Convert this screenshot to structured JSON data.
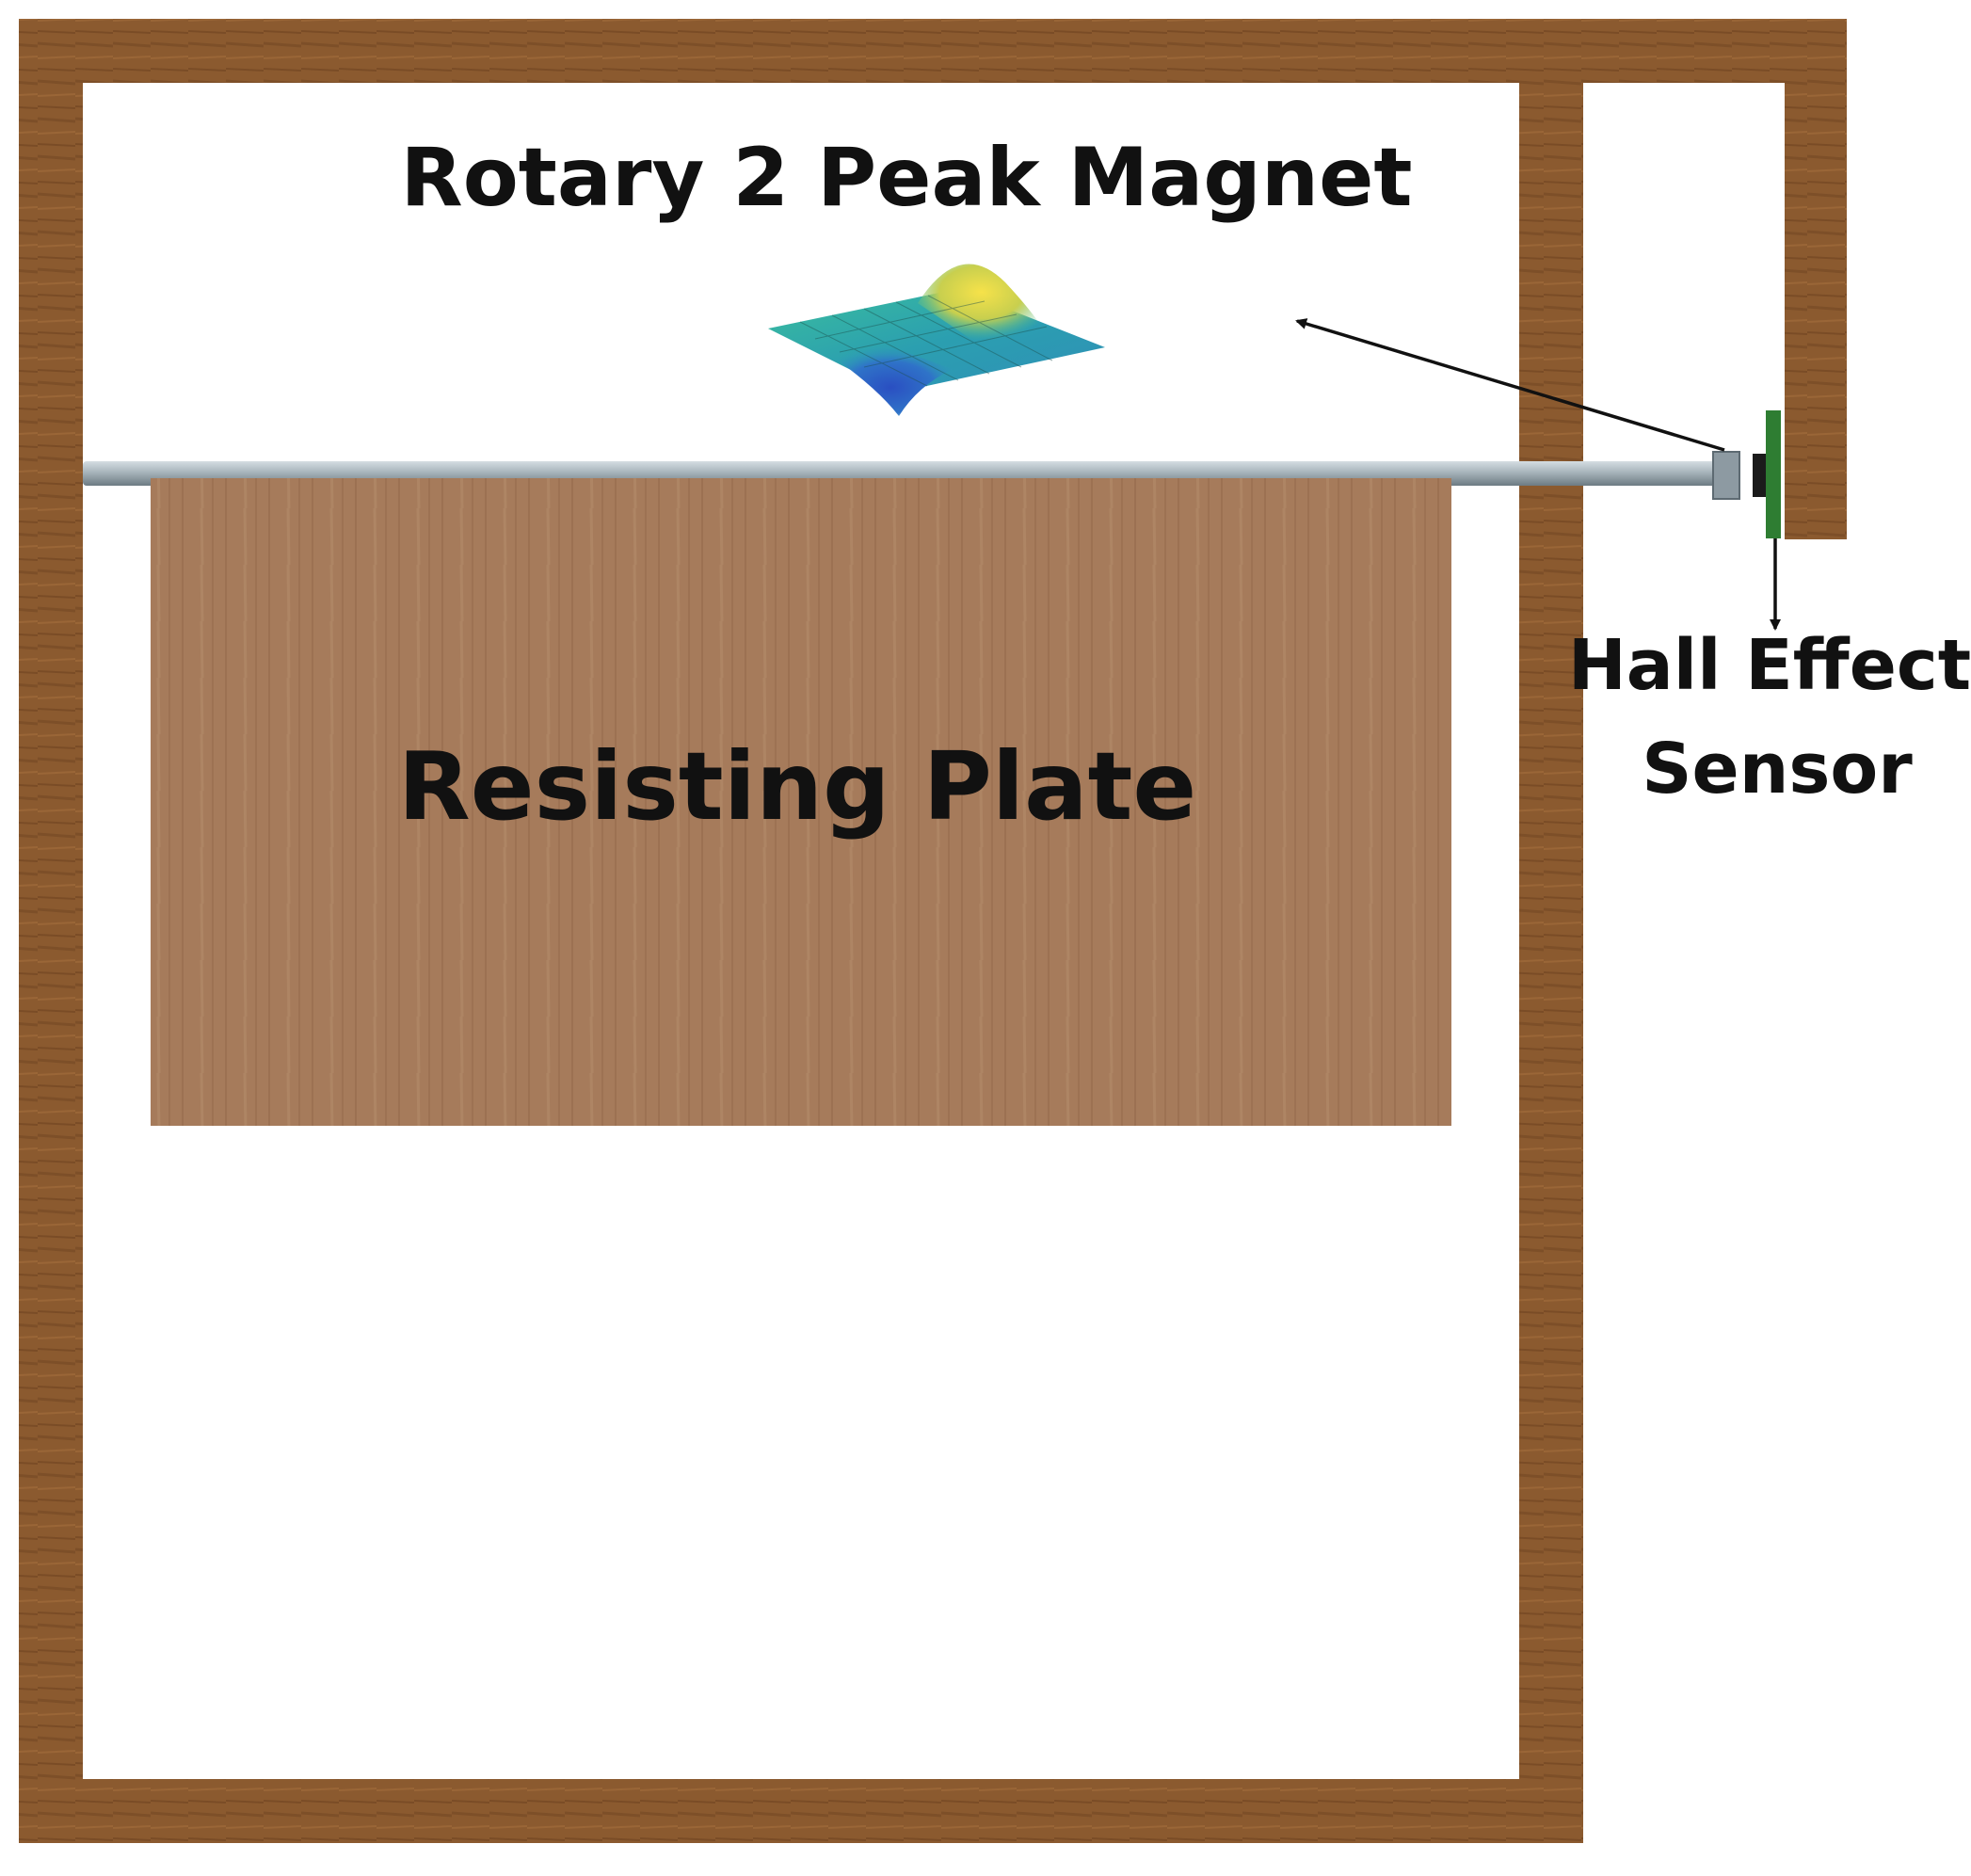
{
  "labels": {
    "magnet": "Rotary 2 Peak Magnet",
    "plate": "Resisting Plate",
    "sensor_line1": "Hall Effect",
    "sensor_line2": "Sensor"
  },
  "colors": {
    "frame": "#8b5a2f",
    "plate": "#a67b5b",
    "rod": "#9aa9b1",
    "sensor_board": "#2e7d32",
    "arrow": "#111111",
    "magnet_peak": "#f2d64a",
    "magnet_mid": "#2fb0a0",
    "magnet_trough": "#2d5fc0"
  },
  "icons": {
    "magnet": "two-peak-surface-icon",
    "sensor": "hall-sensor-icon"
  }
}
